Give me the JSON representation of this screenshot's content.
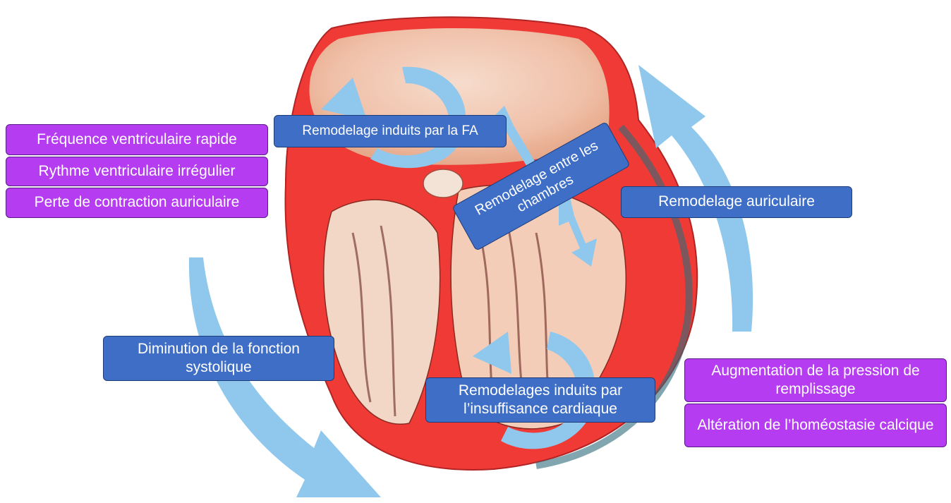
{
  "colors": {
    "purple_box": "#b53cf0",
    "blue_box": "#3f6ec6",
    "arrow": "#8fc8ec",
    "heart_muscle": "#ef2f2f",
    "heart_tissue": "#f1d2c2"
  },
  "left_factors": [
    "Fréquence ventriculaire rapide",
    "Rythme ventriculaire irrégulier",
    "Perte de contraction auriculaire"
  ],
  "right_factors": [
    "Augmentation de la pression de remplissage",
    "Altération de l’homéostasie calcique"
  ],
  "labels": {
    "fa_remodeling": "Remodelage  induits par la FA",
    "between_chambers": "Remodelage entre les chambres",
    "atrial_remodeling": "Remodelage auriculaire",
    "systolic_decrease": "Diminution de la fonction systolique",
    "hf_remodeling": "Remodelages induits par l’insuffisance cardiaque"
  },
  "image": {
    "subject": "heart-cross-section"
  }
}
